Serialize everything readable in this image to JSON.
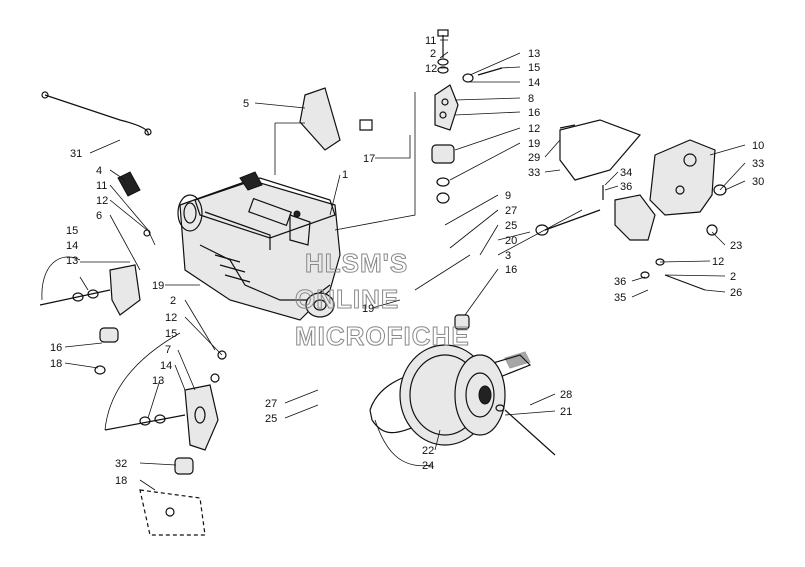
{
  "watermark": [
    "HLSM'S",
    "ONLINE",
    "MICROFICHE"
  ],
  "callouts": {
    "c1": "11",
    "c2": "2",
    "c3": "12",
    "c4": "13",
    "c5": "15",
    "c6": "14",
    "c7": "8",
    "c8": "16",
    "c9": "12",
    "c10": "19",
    "c11": "5",
    "c12": "17",
    "c13": "1",
    "c14": "31",
    "c15": "4",
    "c16": "11",
    "c17": "12",
    "c18": "6",
    "c19": "15",
    "c20": "14",
    "c21": "13",
    "c22": "16",
    "c23": "18",
    "c24": "19",
    "c25": "2",
    "c26": "12",
    "c27": "15",
    "c28": "7",
    "c29": "14",
    "c30": "13",
    "c31": "32",
    "c32": "18",
    "c33": "27",
    "c34": "25",
    "c35": "9",
    "c36": "27",
    "c37": "25",
    "c38": "20",
    "c39": "3",
    "c40": "16",
    "c41": "19",
    "c42": "29",
    "c43": "33",
    "c44": "10",
    "c45": "33",
    "c46": "30",
    "c47": "34",
    "c48": "36",
    "c49": "23",
    "c50": "12",
    "c51": "2",
    "c52": "36",
    "c53": "35",
    "c54": "26",
    "c55": "28",
    "c56": "21",
    "c57": "22",
    "c58": "24"
  }
}
